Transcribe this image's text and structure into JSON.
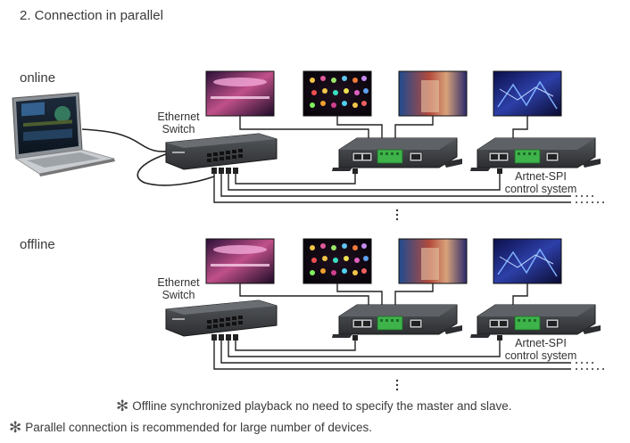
{
  "heading": "2. Connection in parallel",
  "online": {
    "label": "online",
    "switch_label_line1": "Ethernet",
    "switch_label_line2": "Switch",
    "controller_label_line1": "Artnet-SPI",
    "controller_label_line2": "control system"
  },
  "offline": {
    "label": "offline",
    "switch_label_line1": "Ethernet",
    "switch_label_line2": "Switch",
    "controller_label_line1": "Artnet-SPI",
    "controller_label_line2": "control system"
  },
  "notes": {
    "offline_note": "Offline synchronized playback no need to specify the master and slave.",
    "parallel_note": "Parallel connection is recommended for large number of devices."
  },
  "colors": {
    "device_body": "#3b3d40",
    "terminal_green": "#3db34a",
    "cable": "#222222"
  }
}
